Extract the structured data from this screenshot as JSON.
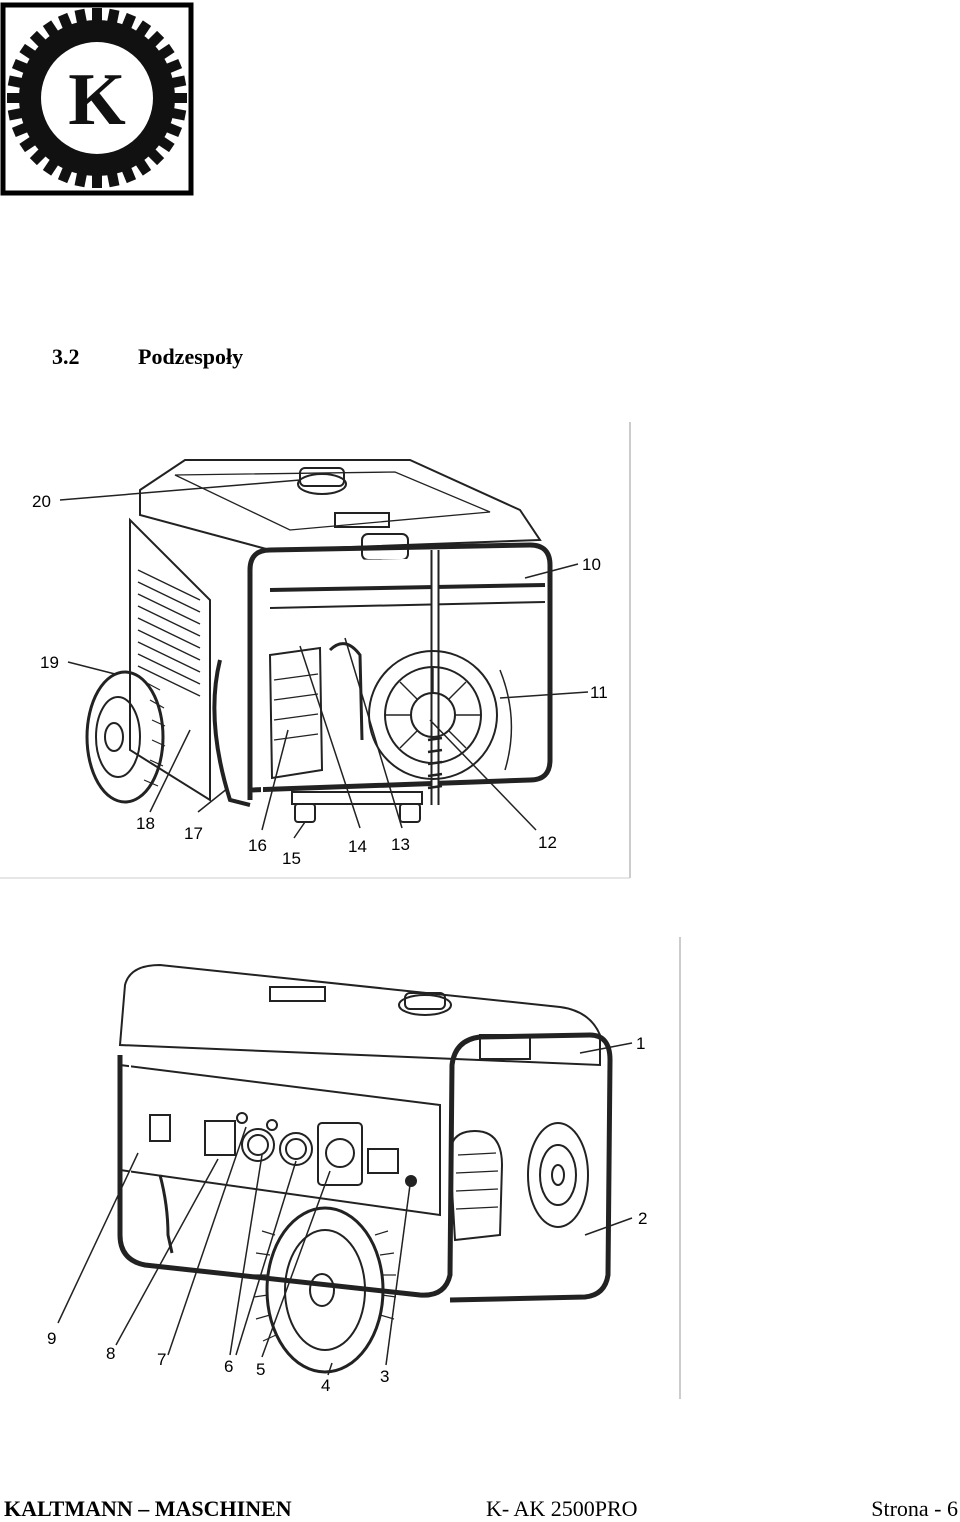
{
  "logo": {
    "letter": "K"
  },
  "section": {
    "number": "3.2",
    "title": "Podzespoły"
  },
  "figure1": {
    "callouts": [
      "20",
      "10",
      "19",
      "11",
      "18",
      "17",
      "16",
      "15",
      "14",
      "13",
      "12"
    ]
  },
  "figure2": {
    "callouts": [
      "1",
      "2",
      "9",
      "8",
      "7",
      "6",
      "5",
      "4",
      "3"
    ]
  },
  "footer": {
    "company": "KALTMANN – MASCHINEN",
    "model": "K- AK 2500PRO",
    "page": "Strona - 6"
  }
}
